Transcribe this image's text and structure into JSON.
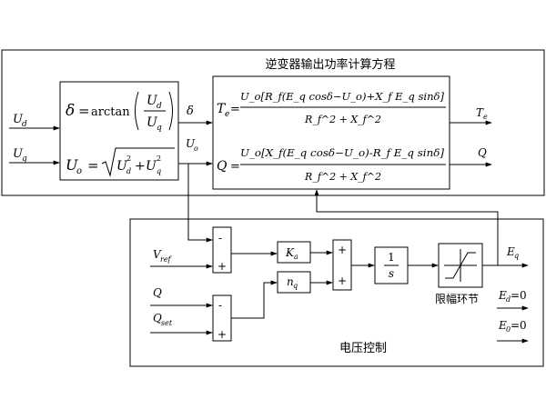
{
  "upper_panel": {
    "title": "逆变器输出功率计算方程"
  },
  "inputs": {
    "ud": "d",
    "uq": "q"
  },
  "calc_block": {
    "delta_lhs": "δ",
    "arctan": "arctan",
    "uo_lhs": "U",
    "uo_sub": "o"
  },
  "signals": {
    "delta": "δ",
    "uo": "U",
    "uo_sub": "o",
    "te": "T",
    "te_sub": "e",
    "q": "Q"
  },
  "power_block": {
    "te_lhs": "T",
    "te_sub": "e",
    "q_lhs": "Q",
    "te_numerator": "U_o[R_f(E_q cosδ−U_o)+X_f E_q sinδ]",
    "q_numerator": "U_o[X_f(E_q cosδ−U_o)-R_f E_q sinδ]",
    "denominator": "R_f^2 + X_f^2"
  },
  "voltage_panel": {
    "title": "电压控制",
    "vref": "V",
    "vref_sub": "ref",
    "q_in": "Q",
    "qset": "Q",
    "qset_sub": "set",
    "ka": "K",
    "ka_sub": "a",
    "nq": "n",
    "nq_sub": "q",
    "minus": "-",
    "plus": "+",
    "integrator_num": "1",
    "integrator_den": "s",
    "limiter_label": "限幅环节",
    "eq_out": "E",
    "eq_sub": "q",
    "ed_label": "E",
    "ed_sub": "d",
    "ed_value": "=0",
    "e0_label": "E",
    "e0_sub": "0",
    "e0_value": "=0"
  }
}
